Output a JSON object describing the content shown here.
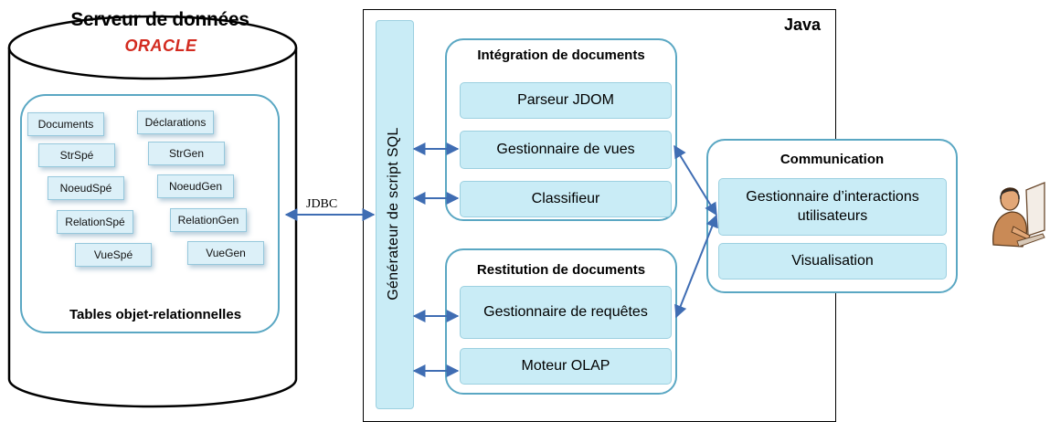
{
  "database": {
    "title": "Serveur de données",
    "logo_text": "ORACLE",
    "tables_label": "Tables objet-relationnelles",
    "tables_left": [
      "Documents",
      "StrSpé",
      "NoeudSpé",
      "RelationSpé",
      "VueSpé"
    ],
    "tables_right": [
      "Déclarations",
      "StrGen",
      "NoeudGen",
      "RelationGen",
      "VueGen"
    ]
  },
  "connection_label": "JDBC",
  "java": {
    "label": "Java",
    "sql_generator": "Générateur de script SQL",
    "integration": {
      "title": "Intégration de documents",
      "modules": [
        "Parseur JDOM",
        "Gestionnaire de vues",
        "Classifieur"
      ]
    },
    "restitution": {
      "title": "Restitution de documents",
      "modules": [
        "Gestionnaire de requêtes",
        "Moteur OLAP"
      ]
    },
    "communication": {
      "title": "Communication",
      "modules": [
        "Gestionnaire d’interactions utilisateurs",
        "Visualisation"
      ]
    }
  },
  "user_icon": "user-at-computer-icon",
  "colors": {
    "module_fill": "#c9ecf6",
    "group_border": "#5aa7c3",
    "arrow": "#3f6db3",
    "oracle_red": "#d32b20"
  }
}
